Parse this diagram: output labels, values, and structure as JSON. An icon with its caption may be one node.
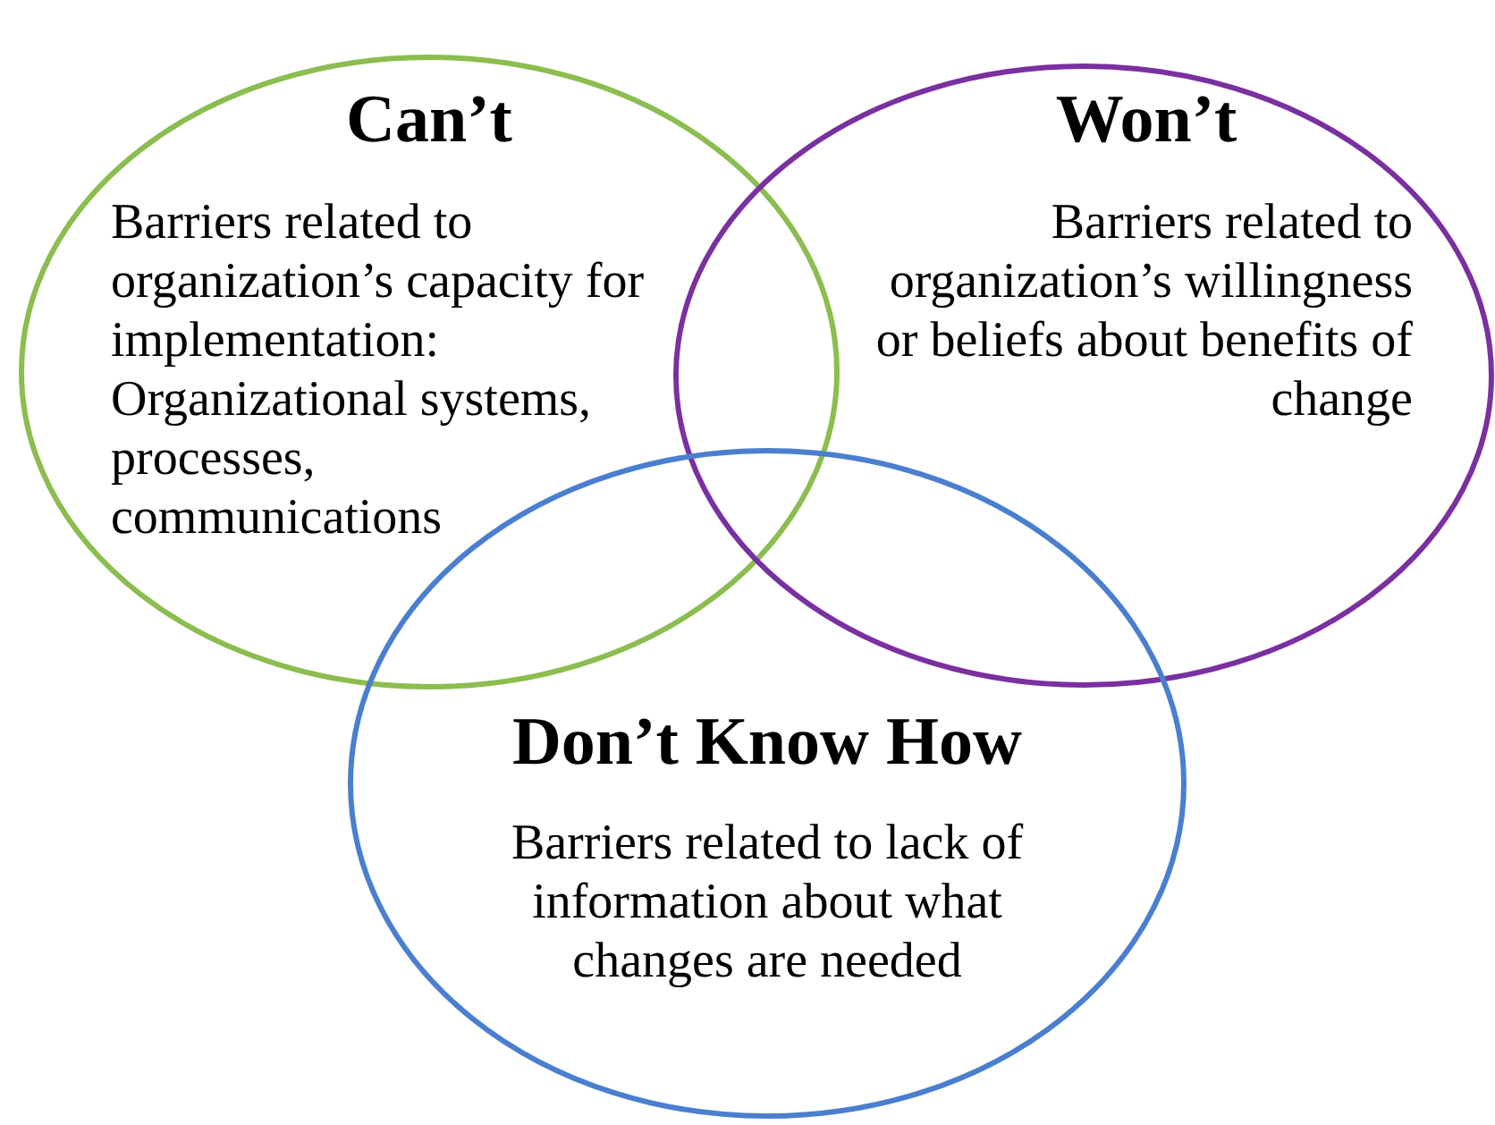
{
  "diagram": {
    "nodes": [
      {
        "text": [
          "Can’t",
          "Barriers related to organization’s capacity for implementation: Organizational systems, processes, communications"
        ]
      },
      {
        "text": [
          "Won’t",
          "Barriers related to organization’s willingness or beliefs about benefits of change"
        ]
      },
      {
        "text": [
          "Don’t Know How",
          "Barriers related to lack of information about what changes are needed"
        ]
      }
    ]
  }
}
